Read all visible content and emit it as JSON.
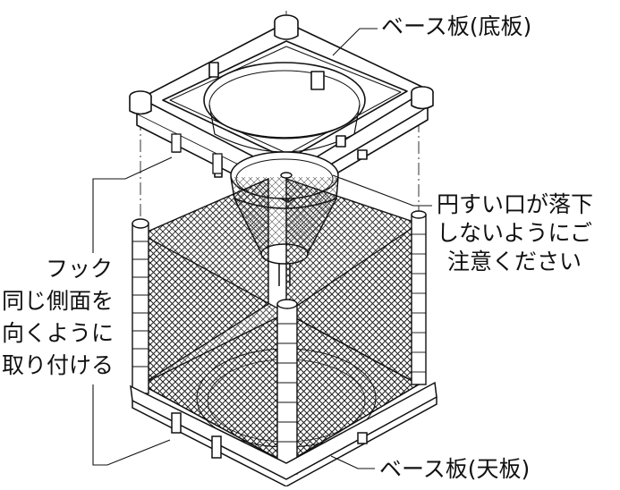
{
  "labels": {
    "base_plate_bottom": "ベース板(底板)",
    "cone_warning": [
      "円すい口が落下",
      "しないようにご",
      "注意ください"
    ],
    "hook": "フック",
    "same_side_instruction": [
      "同じ側面を",
      "向くように",
      "取り付ける"
    ],
    "base_plate_top": "ベース板(天板)"
  }
}
